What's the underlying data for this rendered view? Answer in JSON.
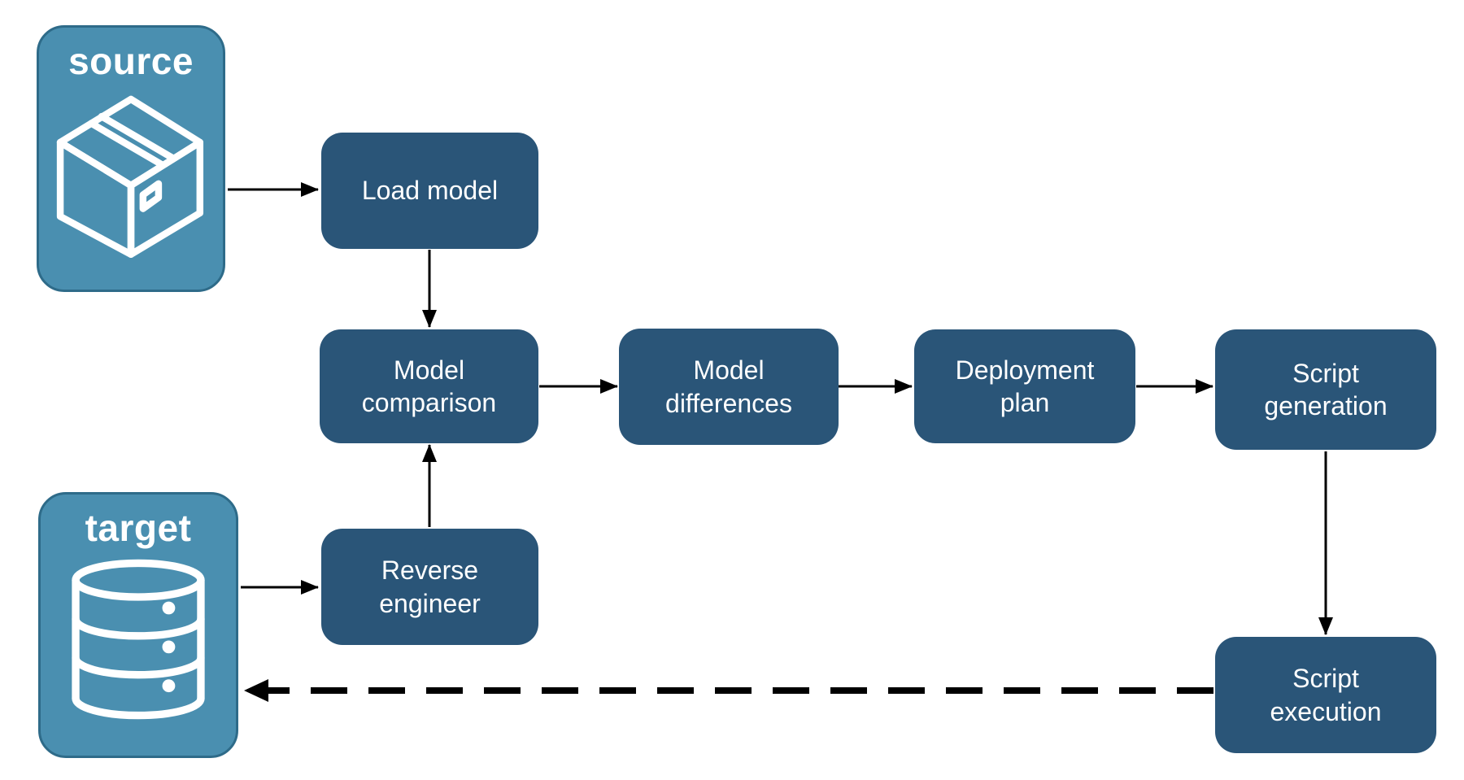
{
  "nodes": {
    "source": {
      "label": "source",
      "icon": "package-icon"
    },
    "target": {
      "label": "target",
      "icon": "database-icon"
    },
    "load_model": {
      "label": "Load model"
    },
    "model_comparison": {
      "label": "Model comparison"
    },
    "model_differences": {
      "label": "Model differences"
    },
    "deployment_plan": {
      "label": "Deployment plan"
    },
    "script_generation": {
      "label": "Script generation"
    },
    "reverse_engineer": {
      "label": "Reverse engineer"
    },
    "script_execution": {
      "label": "Script execution"
    }
  },
  "edges": [
    {
      "from": "source",
      "to": "load_model",
      "style": "solid"
    },
    {
      "from": "load_model",
      "to": "model_comparison",
      "style": "solid"
    },
    {
      "from": "model_comparison",
      "to": "model_differences",
      "style": "solid"
    },
    {
      "from": "model_differences",
      "to": "deployment_plan",
      "style": "solid"
    },
    {
      "from": "deployment_plan",
      "to": "script_generation",
      "style": "solid"
    },
    {
      "from": "script_generation",
      "to": "script_execution",
      "style": "solid"
    },
    {
      "from": "target",
      "to": "reverse_engineer",
      "style": "solid"
    },
    {
      "from": "reverse_engineer",
      "to": "model_comparison",
      "style": "solid"
    },
    {
      "from": "script_execution",
      "to": "target",
      "style": "dashed"
    }
  ],
  "colors": {
    "entity_fill": "#4A8FB0",
    "entity_border": "#2E6B89",
    "process_fill": "#2A5578",
    "arrow": "#000000",
    "text": "#FFFFFF",
    "background": "#FFFFFF"
  }
}
